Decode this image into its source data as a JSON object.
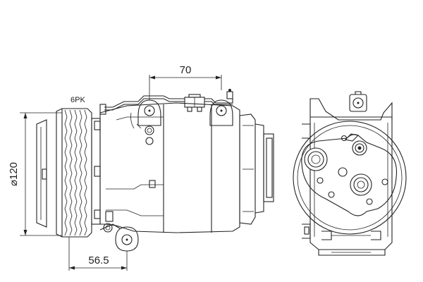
{
  "dimensions": {
    "top_width": "70",
    "pulley_diameter": "⌀120",
    "pulley_offset": "56.5"
  },
  "labels": {
    "belt_type": "6PK"
  }
}
